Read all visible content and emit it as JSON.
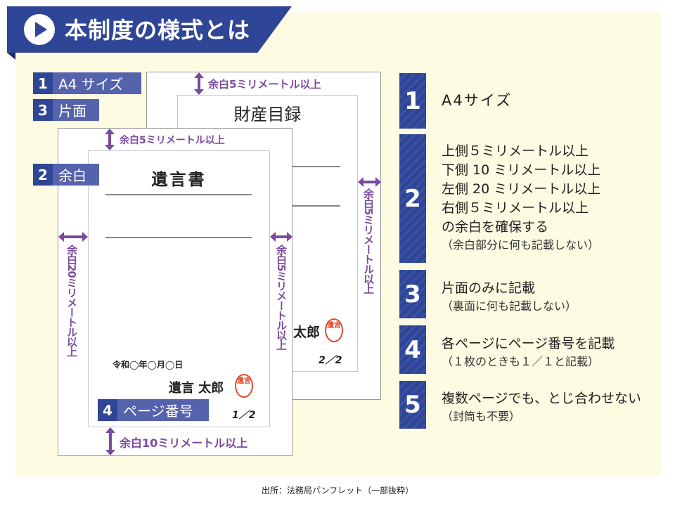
{
  "header": {
    "title": "本制度の様式とは",
    "icon": "play-icon"
  },
  "diagram": {
    "back_page": {
      "title": "財産目録",
      "top_margin": "余白5ミリメートル以上",
      "right_margin": "余白5ミリメートル以上",
      "signature": "太郎",
      "seal": "遺言",
      "page_number": "2／2"
    },
    "front_page": {
      "title": "遺言書",
      "top_margin": "余白5ミリメートル以上",
      "left_margin": "余白20ミリメートル以上",
      "right_margin": "余白5ミリメートル以上",
      "bottom_margin": "余白10ミリメートル以上",
      "date": "令和◯年◯月◯日",
      "signature": "遺言 太郎",
      "seal": "遺言",
      "page_number": "1／2"
    },
    "tags": [
      {
        "num": "1",
        "label": "A4 サイズ"
      },
      {
        "num": "3",
        "label": "片面"
      },
      {
        "num": "2",
        "label": "余白"
      },
      {
        "num": "4",
        "label": "ページ番号"
      }
    ]
  },
  "rules": [
    {
      "num": "1",
      "lines": [
        "A4サイズ"
      ],
      "note": ""
    },
    {
      "num": "2",
      "lines": [
        "上側５ミリメートル以上",
        "下側 10 ミリメートル以上",
        "左側 20 ミリメートル以上",
        "右側５ミリメートル以上",
        "の余白を確保する"
      ],
      "note": "（余白部分に何も記載しない）"
    },
    {
      "num": "3",
      "lines": [
        "片面のみに記載"
      ],
      "note": "（裏面に何も記載しない）"
    },
    {
      "num": "4",
      "lines": [
        "各ページにページ番号を記載"
      ],
      "note": "（１枚のときも１／１と記載）"
    },
    {
      "num": "5",
      "lines": [
        "複数ページでも、とじ合わせない"
      ],
      "note": "（封筒も不要）"
    }
  ],
  "source": "出所：法務局パンフレット（一部抜粋）",
  "colors": {
    "navy": "#2f4596",
    "purple": "#7a4a9e",
    "panel": "#fdfbe1",
    "seal": "#e04a2a"
  }
}
